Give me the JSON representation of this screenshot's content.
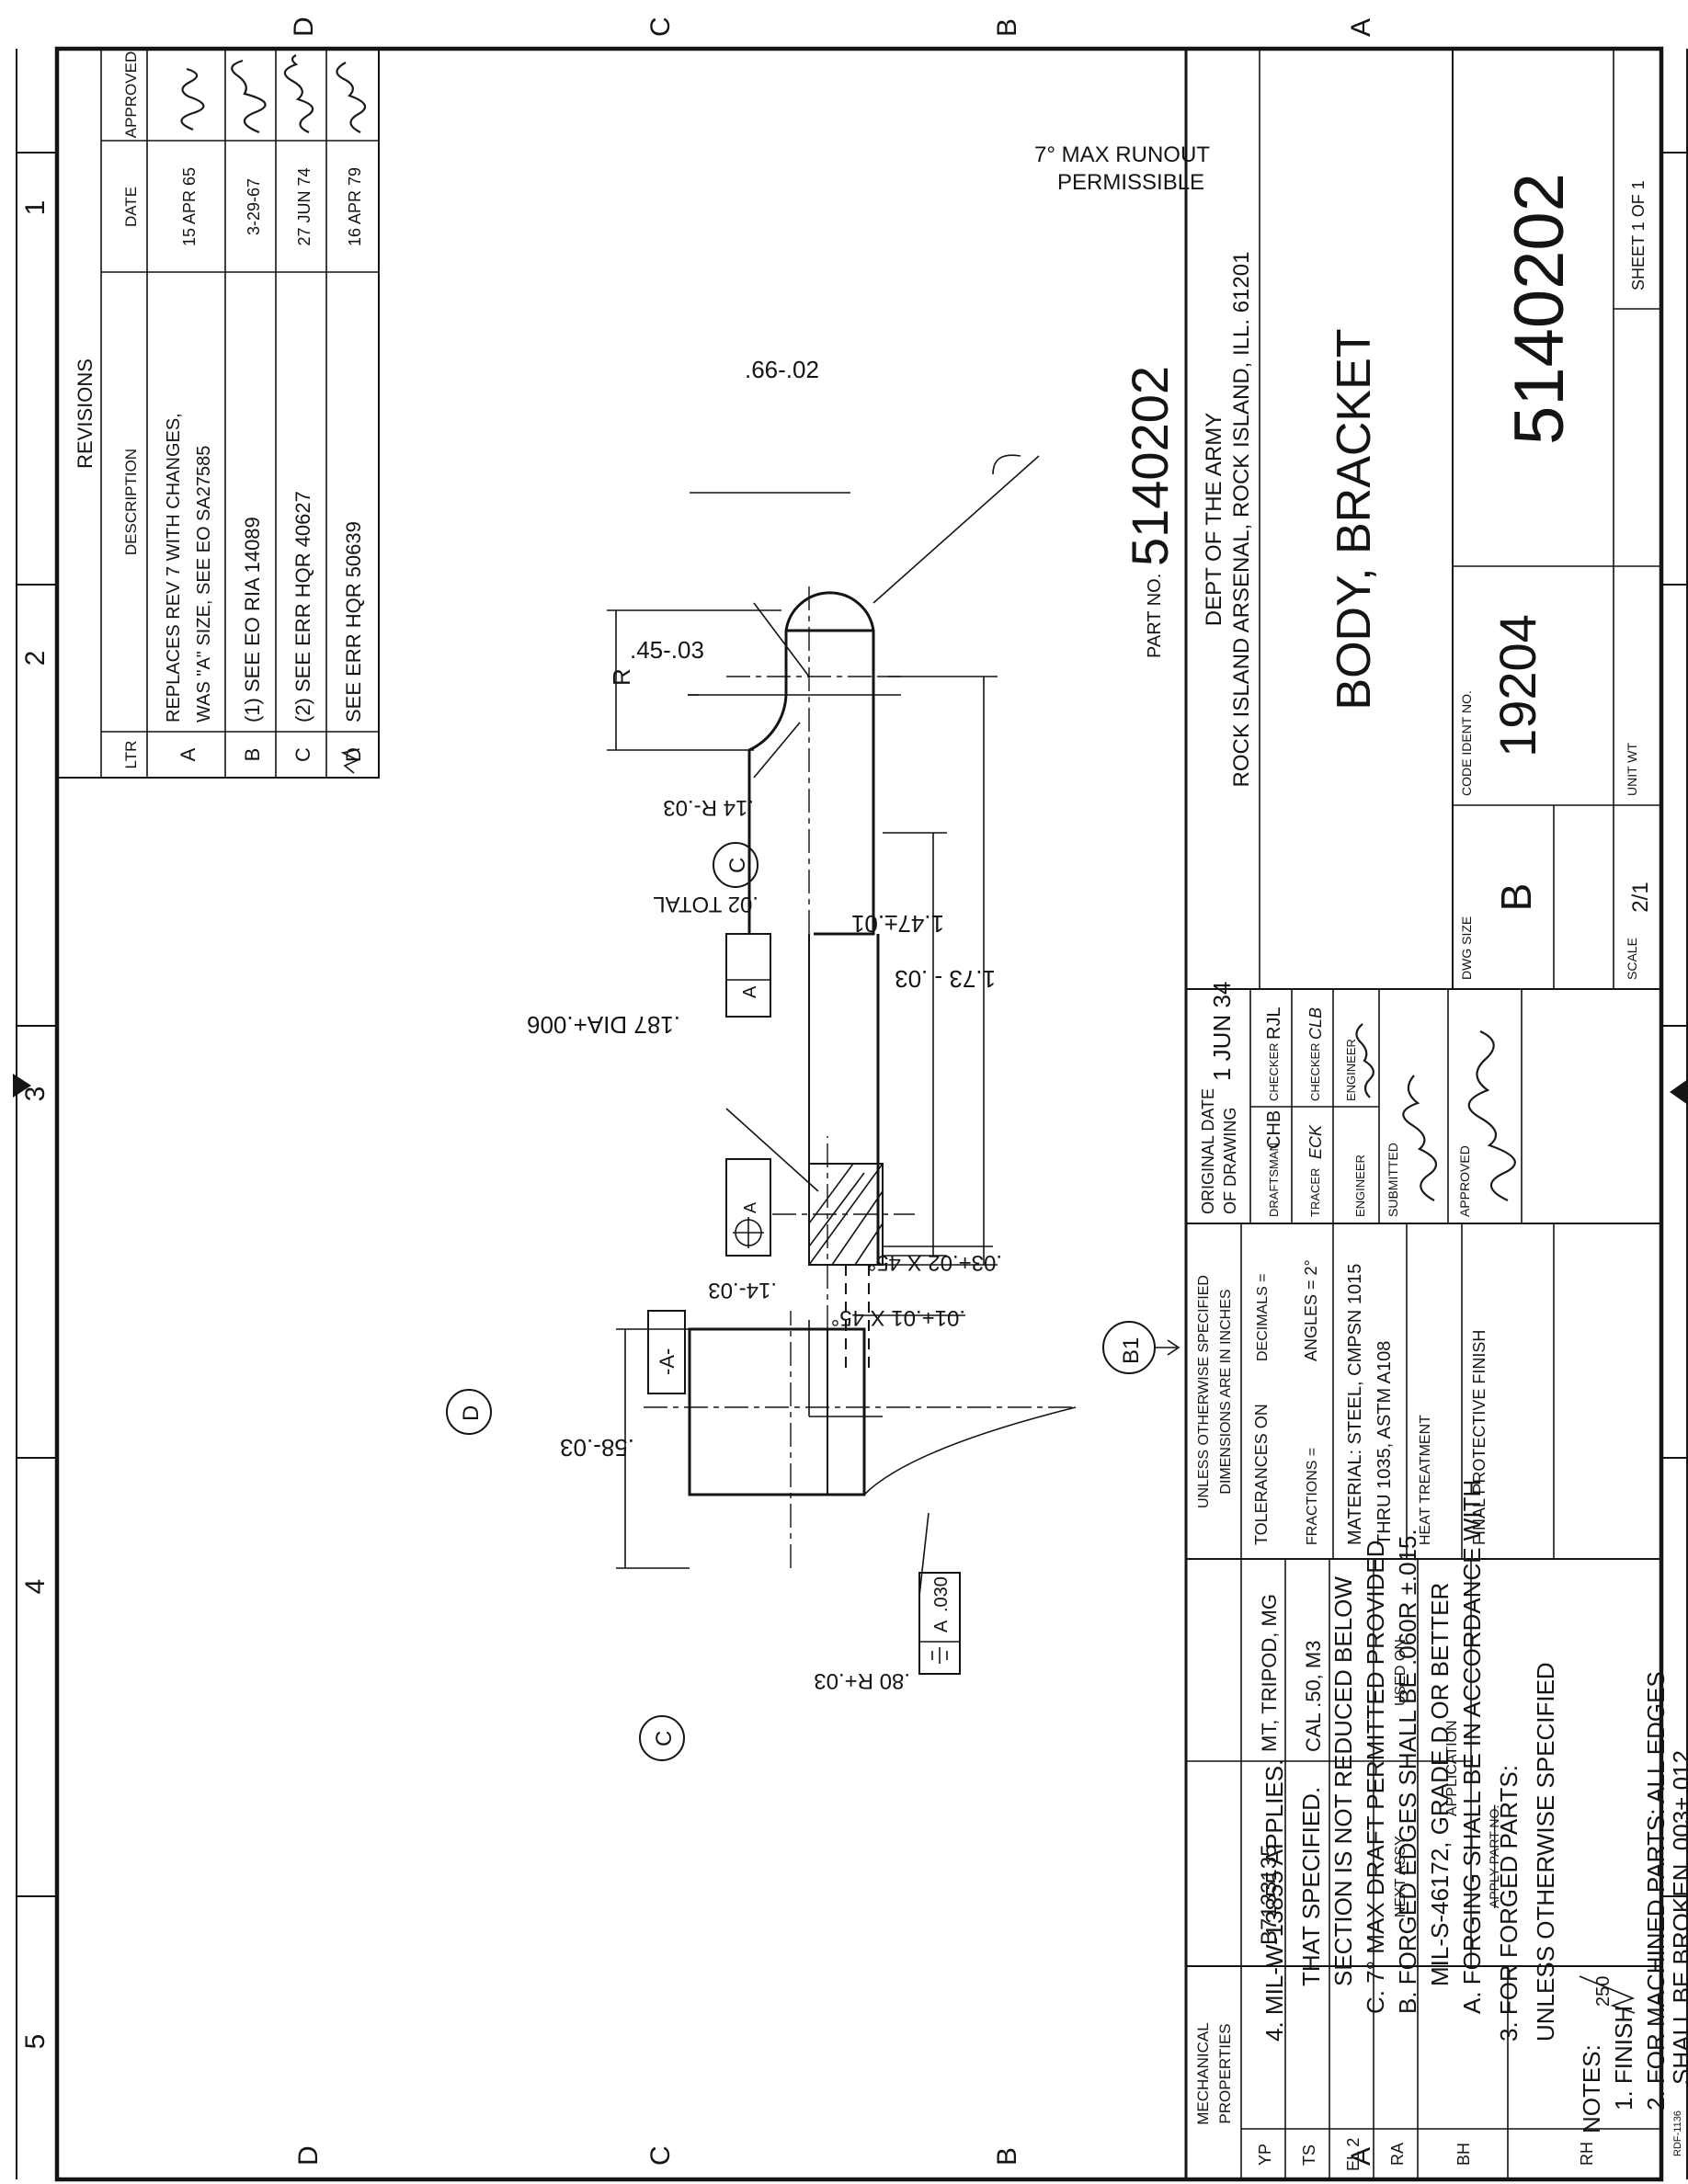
{
  "zones": {
    "cols": [
      "1",
      "2",
      "3",
      "4",
      "5"
    ],
    "rows": [
      "D",
      "C",
      "B",
      "A"
    ]
  },
  "revisions": {
    "title": "REVISIONS",
    "headers": {
      "ltr": "LTR",
      "description": "DESCRIPTION",
      "date": "DATE",
      "approved": "APPROVED"
    },
    "rows": [
      {
        "ltr": "A",
        "desc": [
          "REPLACES REV 7 WITH CHANGES,",
          "WAS \"A\" SIZE, SEE EO SA27585"
        ],
        "date": "15 APR 65"
      },
      {
        "ltr": "B",
        "desc": [
          "(1) SEE EO RIA 14089"
        ],
        "date": "3-29-67"
      },
      {
        "ltr": "C",
        "desc": [
          "(2) SEE ERR HQR 40627"
        ],
        "date": "27 JUN 74"
      },
      {
        "ltr": "D",
        "desc": [
          "SEE ERR HQR 50639"
        ],
        "date": "16 APR 79"
      }
    ]
  },
  "notes": {
    "heading": "NOTES:",
    "lines": [
      "1. FINISH",
      "2. FOR MACHINED PARTS: ALL EDGES",
      "SHALL BE BROKEN .003+.012",
      "UNLESS OTHERWISE SPECIFIED",
      "3. FOR FORGED PARTS:",
      "A. FORGING SHALL BE IN ACCORDANCE WITH",
      "MIL-S-46172, GRADE D OR BETTER",
      "B. FORGED EDGES SHALL BE .060R ±.015.",
      "C. 7° MAX DRAFT PERMITTED PROVIDED",
      "SECTION IS NOT REDUCED BELOW",
      "THAT SPECIFIED.",
      "4. MIL-W-13855 APPLIES."
    ],
    "finish_value": "250"
  },
  "dimensions": {
    "d_45": ".45-.03",
    "d_66": ".66-.02",
    "d_runout": [
      "7° MAX RUNOUT",
      "PERMISSIBLE"
    ],
    "d_R": "R",
    "d_14R": ".14 R-.03",
    "d_147": "1.47±.01",
    "d_173": "1.73 - .03",
    "d_187": ".187 DIA+.006",
    "fcf_dia": "A",
    "fcf_tol": ".02 TOTAL",
    "d_14": ".14-.03",
    "d_01": ".01+.01 X 45°",
    "d_03": ".03+.02 X 45°",
    "d_58": ".58-.03",
    "datum_a": "-A-",
    "d_80": ".80 R+.03",
    "sym_ref": "A",
    "sym_val": ".030"
  },
  "callouts": {
    "c1": "C",
    "c2": "C",
    "d1": "D",
    "b1": "B1"
  },
  "part_no": {
    "label": "PART NO.",
    "value": "5140202"
  },
  "title_block": {
    "dept": "DEPT OF THE ARMY",
    "arsenal": "ROCK ISLAND ARSENAL, ROCK ISLAND, ILL. 61201",
    "title": "BODY, BRACKET",
    "dwg_size_label": "DWG SIZE",
    "dwg_size": "B",
    "code_ident_label": "CODE IDENT NO.",
    "code_ident": "19204",
    "dwg_no": "5140202",
    "scale_label": "SCALE",
    "scale": "2/1",
    "unit_wt_label": "UNIT WT",
    "sheet": "SHEET 1 OF 1",
    "orig_date_label": [
      "ORIGINAL DATE",
      "OF DRAWING"
    ],
    "orig_date": "1 JUN 34",
    "draftsman_label": "DRAFTSMAN",
    "draftsman": "CHB",
    "checker_label": "CHECKER",
    "checker": "RJL",
    "tracer_label": "TRACER",
    "tracer": "ECK",
    "checker2_label": "CHECKER",
    "checker2": "CLB",
    "engineer_label": "ENGINEER",
    "engineer2_label": "ENGINEER",
    "submitted_label": "SUBMITTED",
    "approved_label": "APPROVED",
    "tol_header": [
      "UNLESS OTHERWISE SPECIFIED",
      "DIMENSIONS ARE IN INCHES"
    ],
    "tol_on": "TOLERANCES ON",
    "decimals": "DECIMALS =",
    "fractions": "FRACTIONS =",
    "angles": "ANGLES = 2°",
    "material": [
      "MATERIAL: STEEL, CMPSN 1015",
      "THRU 1035, ASTM A108"
    ],
    "heat": "HEAT TREATMENT",
    "finish": "FINAL PROTECTIVE FINISH",
    "next_assy_rows": [
      {
        "next": "B7133135",
        "used_on": "MT, TRIPOD, MG"
      },
      {
        "next": "",
        "used_on": "CAL .50, M3"
      }
    ],
    "next_assy_label": "NEXT ASSY",
    "used_on_label": "USED ON",
    "application_label": "APPLICATION",
    "apply_part_label": "APPLY PART NO.",
    "mech_header": [
      "MECHANICAL",
      "PROPERTIES"
    ],
    "mech_rows": [
      "YP",
      "TS",
      "EL 2",
      "RA",
      "BH",
      "RH"
    ]
  },
  "form_no": "RDF-1136"
}
